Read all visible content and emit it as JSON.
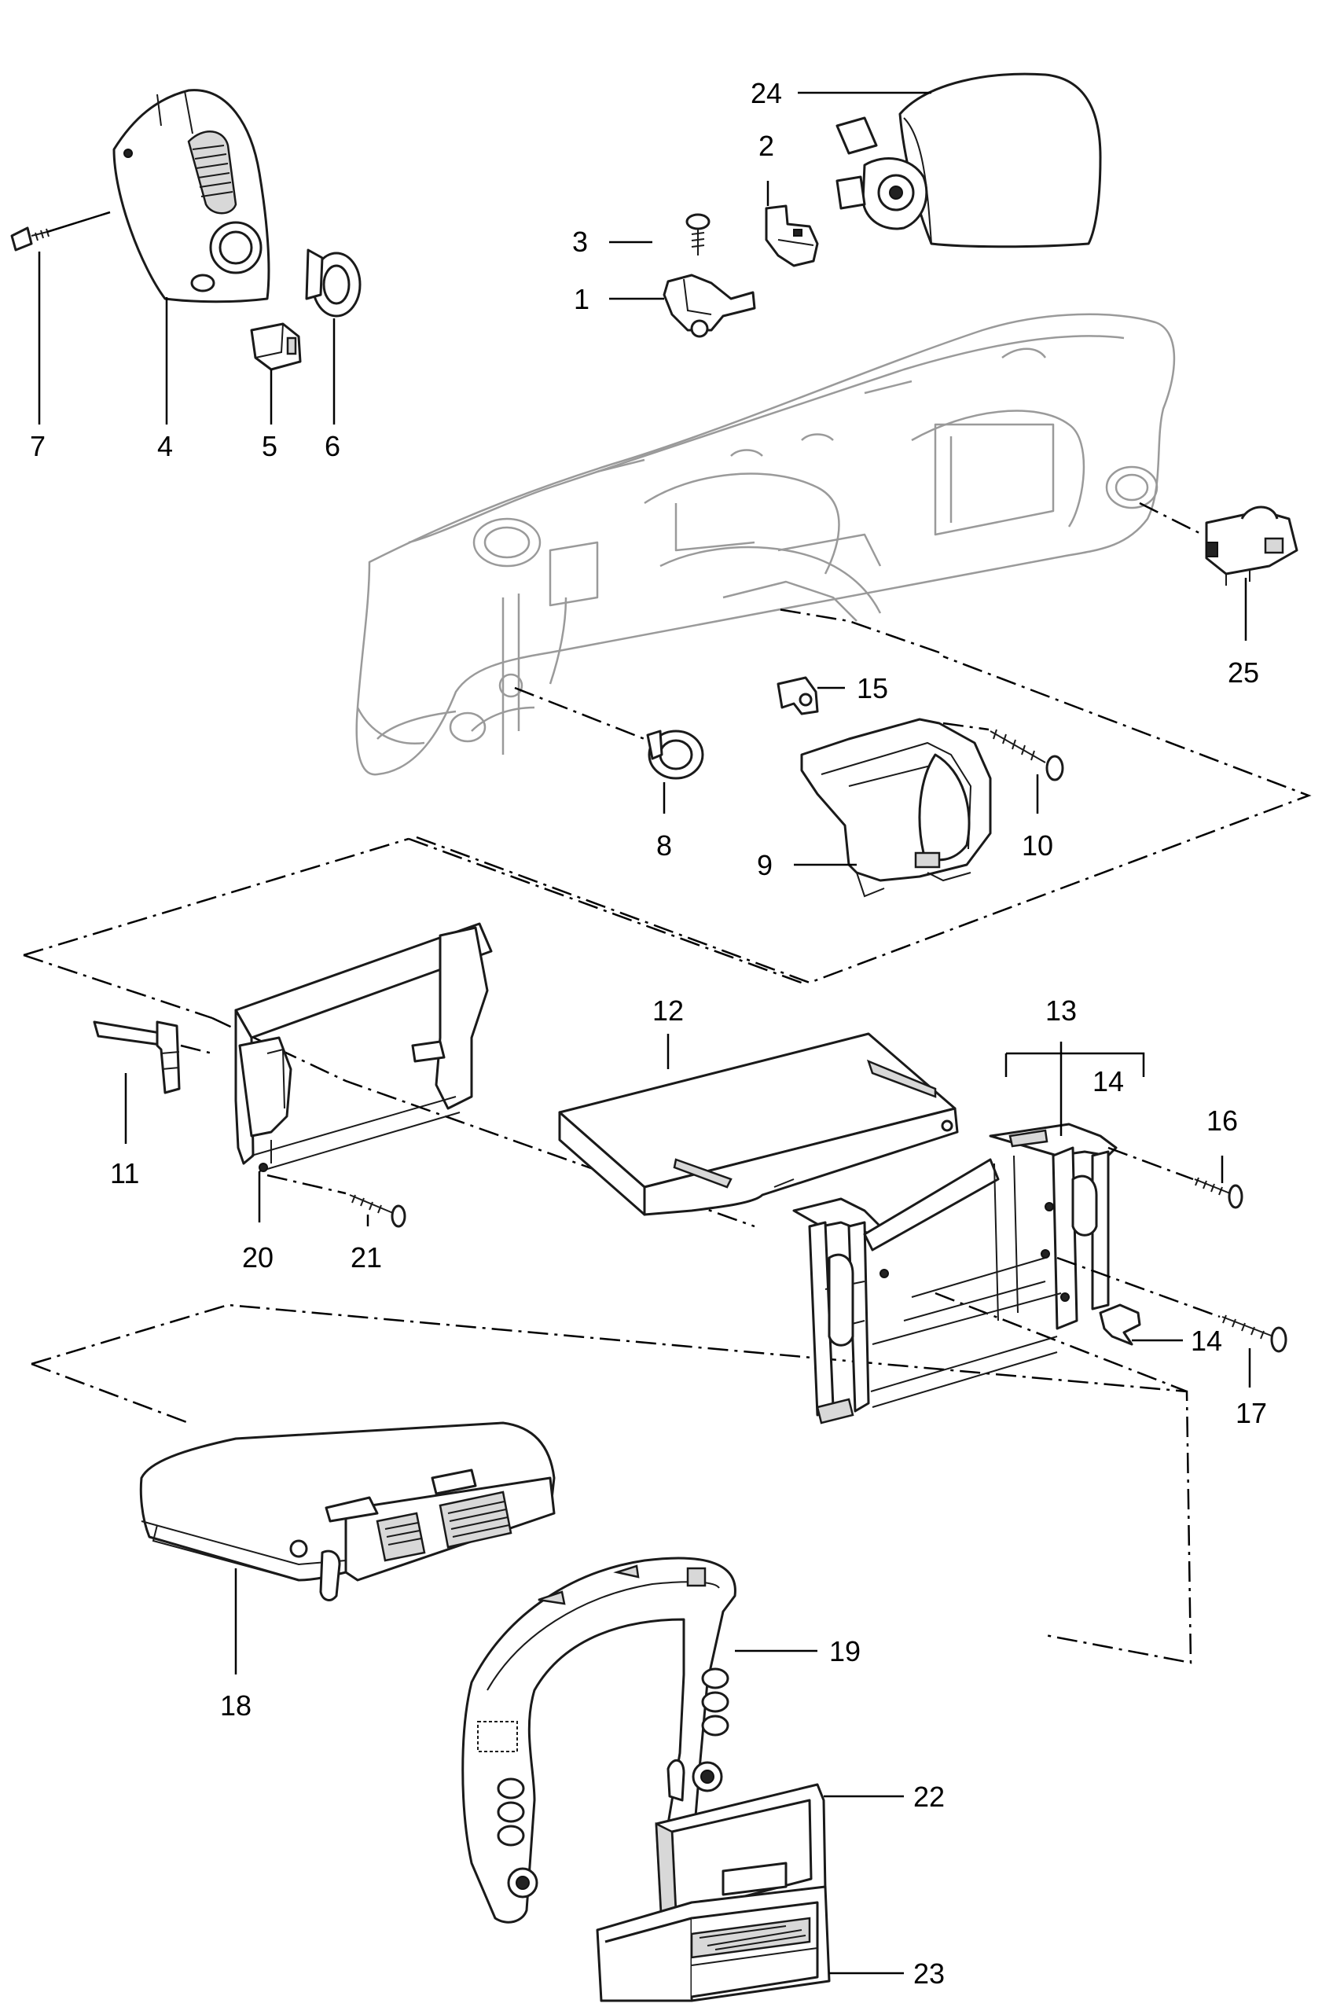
{
  "callouts": {
    "c1": "1",
    "c2": "2",
    "c3": "3",
    "c4": "4",
    "c5": "5",
    "c6": "6",
    "c7": "7",
    "c8": "8",
    "c9": "9",
    "c10": "10",
    "c11": "11",
    "c12": "12",
    "c13": "13",
    "c14a": "14",
    "c14b": "14",
    "c15": "15",
    "c16": "16",
    "c17": "17",
    "c18": "18",
    "c19": "19",
    "c20": "20",
    "c21": "21",
    "c22": "22",
    "c23": "23",
    "c24": "24",
    "c25": "25"
  },
  "colors": {
    "line": "#1a1a1a",
    "ghost": "#9a9a9a",
    "background": "#ffffff"
  }
}
